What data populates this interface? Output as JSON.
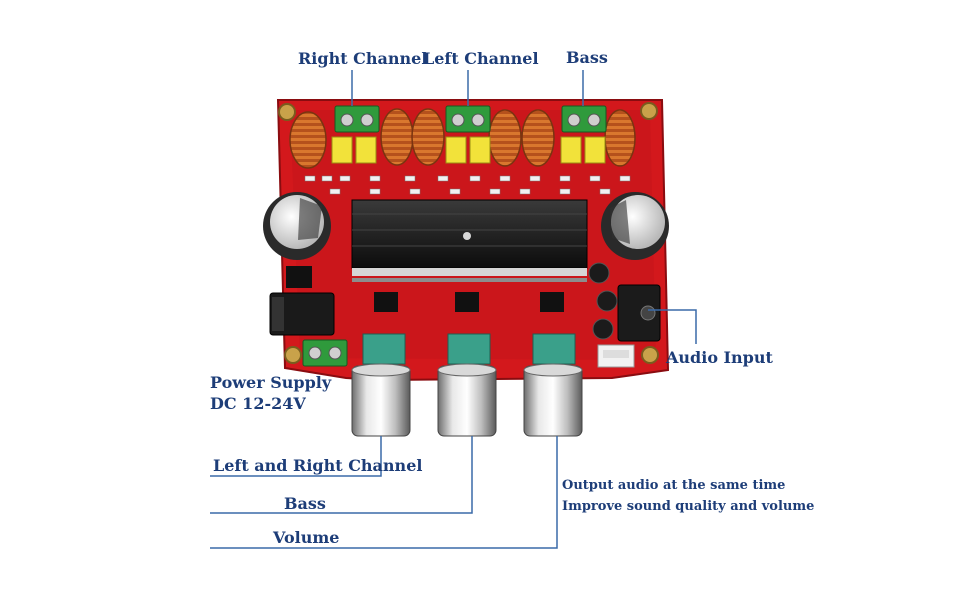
{
  "labels": {
    "right_channel": "Right Channel",
    "left_channel": "Left Channel",
    "bass_top": "Bass",
    "audio_input": "Audio Input",
    "power_supply": "Power Supply",
    "power_dc": "DC 12-24V",
    "lr_channel": "Left and Right Channel",
    "bass_bottom": "Bass",
    "volume": "Volume",
    "note_line1": "Output audio at the  same  time",
    "note_line2": "Improve sound quality and volume"
  },
  "colors": {
    "label_text": "#1d3d78",
    "leader_line": "#3a6aa8",
    "pcb": "#d3181c",
    "terminal": "#2f9a3c",
    "capacitor_yellow": "#f2e23a",
    "heatsink": "#1b1b1b"
  }
}
